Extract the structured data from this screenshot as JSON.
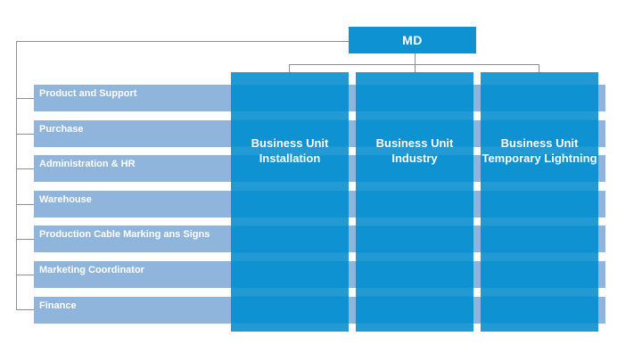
{
  "colors": {
    "primary": "#0F92D1",
    "secondary": "#8FB5DC",
    "line": "#8C8C91",
    "text": "#FFFFFF"
  },
  "org_chart": {
    "root": {
      "label": "MD"
    },
    "business_units": [
      {
        "line1": "Business Unit",
        "line2": "Installation"
      },
      {
        "line1": "Business Unit",
        "line2": "Industry"
      },
      {
        "line1": "Business Unit",
        "line2": "Temporary Lightning"
      }
    ],
    "departments": [
      "Product and Support",
      "Purchase",
      "Administration & HR",
      "Warehouse",
      "Production Cable Marking ans Signs",
      "Marketing Coordinator",
      "Finance"
    ]
  }
}
